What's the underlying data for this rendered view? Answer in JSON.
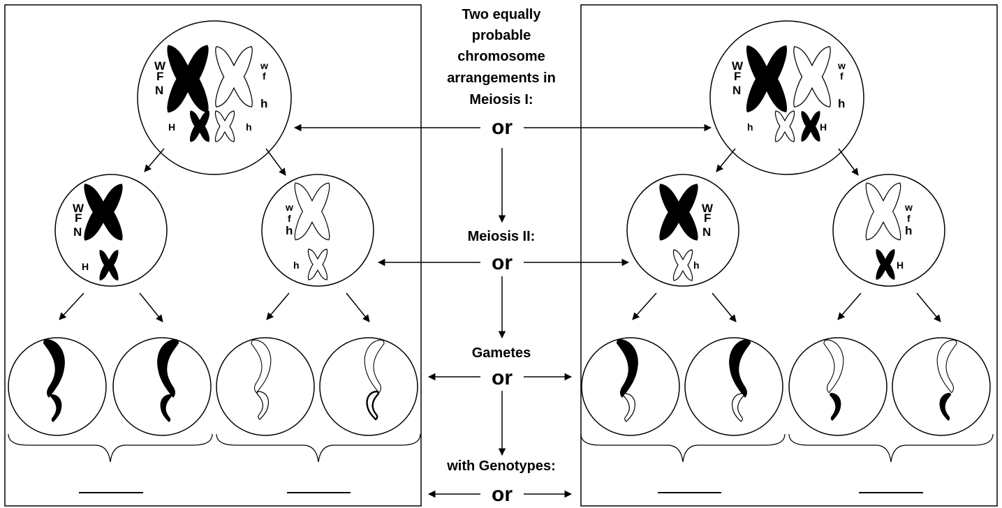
{
  "center": {
    "heading": [
      "Two equally",
      "probable",
      "chromosome",
      "arrangements in",
      "Meiosis I:"
    ],
    "or_label": "or",
    "meiosis2_label": "Meiosis II:",
    "gametes_label": "Gametes",
    "genotypes_label": "with Genotypes:"
  },
  "alleles": {
    "big_dark": [
      "W",
      "F",
      "N"
    ],
    "big_light": [
      "w",
      "f",
      "h"
    ],
    "small_dark": "H",
    "small_light": "h"
  },
  "colors": {
    "line": "#000000",
    "dark_chromosome": "#000000",
    "light_chromosome": "#ffffff",
    "background": "#ffffff"
  }
}
